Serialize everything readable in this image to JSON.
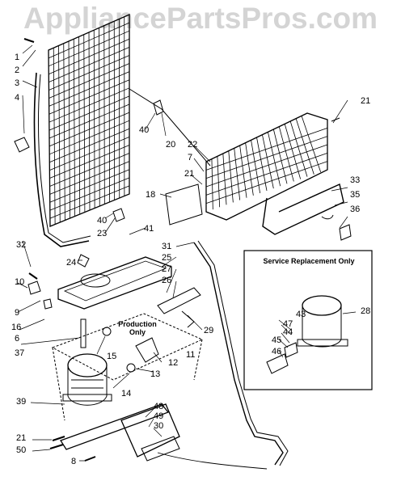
{
  "watermark": "AppliancePartsPros.com",
  "service_box": {
    "title": "Service Replacement Only"
  },
  "production_label": {
    "line1": "Production",
    "line2": "Only"
  },
  "callouts": [
    "1",
    "2",
    "3",
    "4",
    "40",
    "20",
    "21",
    "22",
    "7",
    "21",
    "18",
    "40",
    "23",
    "41",
    "33",
    "35",
    "36",
    "32",
    "24",
    "31",
    "25",
    "27",
    "26",
    "10",
    "9",
    "16",
    "6",
    "37",
    "29",
    "15",
    "12",
    "11",
    "13",
    "14",
    "43",
    "47",
    "44",
    "45",
    "46",
    "28",
    "39",
    "48",
    "49",
    "30",
    "21",
    "50",
    "8"
  ]
}
